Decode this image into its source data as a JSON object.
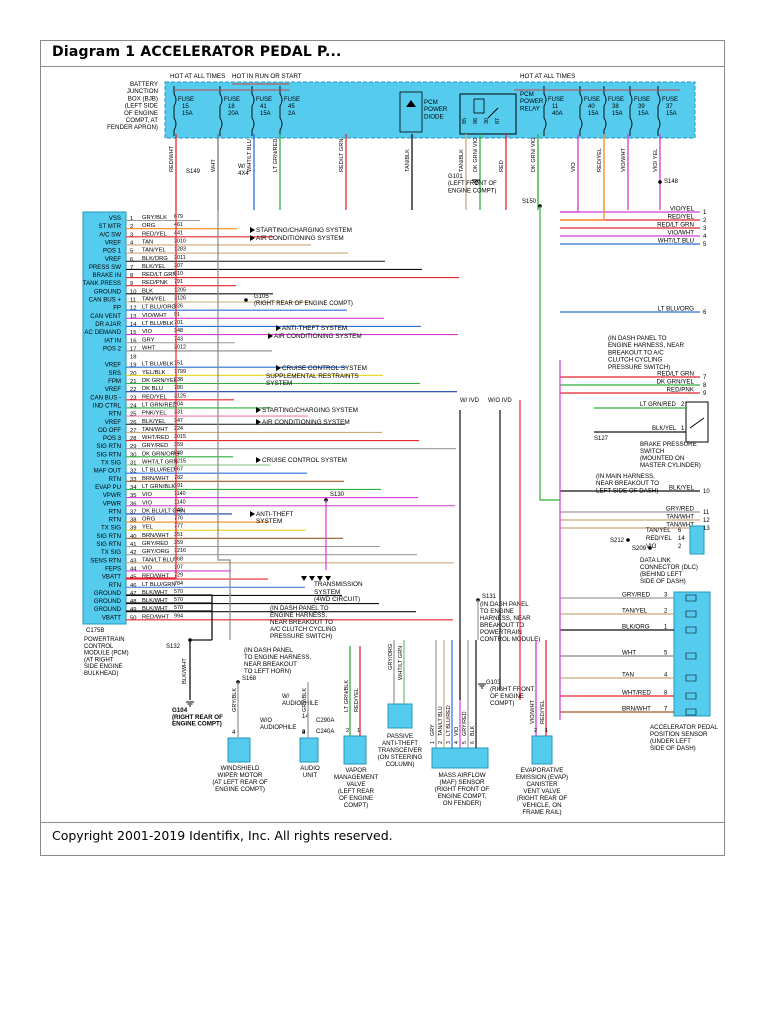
{
  "title": "Diagram 1 ACCELERATOR PEDAL P...",
  "copyright": "Copyright 2001-2019 Identifix, Inc. All rights reserved.",
  "colors": {
    "cyan_box": "#55ccee",
    "cyan_border": "#2299bb",
    "wire_red": "#e8232a",
    "wire_orange": "#f08a1c",
    "wire_yellow": "#e6d21a",
    "wire_green": "#2fae3b",
    "wire_blue": "#2a6fd6",
    "wire_violet": "#d23cd2",
    "wire_gray": "#9a9a9a",
    "wire_black": "#111111",
    "wire_brown": "#9b5a24",
    "wire_tan": "#c9a978",
    "wire_pink": "#f07ab0"
  },
  "bjb": {
    "label_lines": [
      "BATTERY",
      "JUNCTION",
      "BOX (BJB)",
      "(LEFT SIDE",
      "OF ENGINE",
      "COMPT, AT",
      "FENDER APRON)"
    ],
    "hot_left": "HOT AT ALL TIMES",
    "hot_run": "HOT IN RUN OR START",
    "hot_right": "HOT AT ALL TIMES",
    "fuses": [
      {
        "name": "FUSE",
        "num": "15",
        "amp": "15A"
      },
      {
        "name": "FUSE",
        "num": "18",
        "amp": "20A"
      },
      {
        "name": "FUSE",
        "num": "41",
        "amp": "15A"
      },
      {
        "name": "FUSE",
        "num": "45",
        "amp": "2A"
      },
      {
        "name": "FUSE",
        "num": "11",
        "amp": "40A"
      },
      {
        "name": "FUSE",
        "num": "40",
        "amp": "15A"
      },
      {
        "name": "FUSE",
        "num": "38",
        "amp": "15A"
      },
      {
        "name": "FUSE",
        "num": "39",
        "amp": "15A"
      },
      {
        "name": "FUSE",
        "num": "37",
        "amp": "15A"
      }
    ],
    "diode_label": [
      "PCM",
      "POWER",
      "DIODE"
    ],
    "relay_label": [
      "PCM",
      "POWER",
      "RELAY"
    ],
    "relay_pins": [
      "85",
      "86",
      "30",
      "87"
    ]
  },
  "top_wires": [
    "RED/WHT",
    "WHT",
    "WHT/LT BLU",
    "LT GRN/RED",
    "RED/LT GRN",
    "TAN/BLK",
    "TAN/BLK",
    "DK GRN/ VIO",
    "RED",
    "DK GRN/ VIO",
    "VIO",
    "RED/YEL",
    "VIO/WHT",
    "VIO/ YEL"
  ],
  "splices": {
    "s149": "S149",
    "s148": "S148",
    "s150": "S150",
    "s130": "S130",
    "s131": "S131",
    "s132": "S132",
    "s168": "S168",
    "s127": "S127",
    "s212": "S212",
    "s209": "S209"
  },
  "w4x4": [
    "W/",
    "4X4"
  ],
  "ground_g101": [
    "G101",
    "(LEFT FRONT OF",
    "ENGINE COMPT)"
  ],
  "ground_g105": "G105",
  "ground_g105_note": "(RIGHT REAR OF ENGINE COMPT)",
  "ground_g104": [
    "G104",
    "(RIGHT REAR OF",
    "ENGINE COMPT)"
  ],
  "ground_g103": [
    "G103",
    "(RIGHT FRONT",
    "OF ENGINE",
    "COMPT)"
  ],
  "pcm_pins": [
    {
      "sig": "VSS",
      "num": "1",
      "wire": "GRY/BLK",
      "circ": "679"
    },
    {
      "sig": "ST MTR",
      "num": "2",
      "wire": "ORG",
      "circ": "461"
    },
    {
      "sig": "A/C SW",
      "num": "3",
      "wire": "RED/YEL",
      "circ": "441"
    },
    {
      "sig": "VREF",
      "num": "4",
      "wire": "TAN",
      "circ": "3010"
    },
    {
      "sig": "POS 1",
      "num": "5",
      "wire": "TAN/YEL",
      "circ": "1283"
    },
    {
      "sig": "VREF",
      "num": "6",
      "wire": "BLK/ORG",
      "circ": "3011"
    },
    {
      "sig": "PRESS SW",
      "num": "7",
      "wire": "BLK/YEL",
      "circ": "307"
    },
    {
      "sig": "BRAKE IN",
      "num": "8",
      "wire": "RED/LT GRN",
      "circ": "810"
    },
    {
      "sig": "TANK PRESS",
      "num": "9",
      "wire": "RED/PNK",
      "circ": "791"
    },
    {
      "sig": "GROUND",
      "num": "10",
      "wire": "BLK",
      "circ": "1205"
    },
    {
      "sig": "CAN BUS +",
      "num": "11",
      "wire": "TAN/YEL",
      "circ": "3126"
    },
    {
      "sig": "FP",
      "num": "12",
      "wire": "LT BLU/ORG",
      "circ": "926"
    },
    {
      "sig": "CAN VENT",
      "num": "13",
      "wire": "VIO/WHT",
      "circ": "91"
    },
    {
      "sig": "DR AJAR",
      "num": "14",
      "wire": "LT BLU/BLK",
      "circ": "701"
    },
    {
      "sig": "AC DEMAND",
      "num": "15",
      "wire": "VIO",
      "circ": "348"
    },
    {
      "sig": "IAT IN",
      "num": "16",
      "wire": "GRY",
      "circ": "743"
    },
    {
      "sig": "POS 2",
      "num": "17",
      "wire": "WHT",
      "circ": "3012"
    },
    {
      "sig": "",
      "num": "18",
      "wire": "",
      "circ": ""
    },
    {
      "sig": "VREF",
      "num": "19",
      "wire": "LT BLU/BLK",
      "circ": "151"
    },
    {
      "sig": "SRS",
      "num": "20",
      "wire": "YEL/BLK",
      "circ": "1799"
    },
    {
      "sig": "FPM",
      "num": "21",
      "wire": "DK GRN/YEL",
      "circ": "238"
    },
    {
      "sig": "VREF",
      "num": "22",
      "wire": "DK BLU",
      "circ": "780"
    },
    {
      "sig": "CAN BUS -",
      "num": "23",
      "wire": "RED/YEL",
      "circ": "3125"
    },
    {
      "sig": "IND CTRL",
      "num": "24",
      "wire": "LT GRN/RED",
      "circ": "904"
    },
    {
      "sig": "RTN",
      "num": "25",
      "wire": "PNK/YEL",
      "circ": "331"
    },
    {
      "sig": "VREF",
      "num": "26",
      "wire": "BLK/YEL",
      "circ": "347"
    },
    {
      "sig": "OD OFF",
      "num": "27",
      "wire": "TAN/WHT",
      "circ": "224"
    },
    {
      "sig": "POS 3",
      "num": "28",
      "wire": "WHT/RED",
      "circ": "3015"
    },
    {
      "sig": "SIG RTN",
      "num": "29",
      "wire": "GRY/RED",
      "circ": "359"
    },
    {
      "sig": "SIG RTN",
      "num": "30",
      "wire": "DK GRN/ORG",
      "circ": "848"
    },
    {
      "sig": "TX SIG",
      "num": "31",
      "wire": "WHT/LT GRN",
      "circ": "1215"
    },
    {
      "sig": "MAF OUT",
      "num": "32",
      "wire": "LT BLU/RED",
      "circ": "967"
    },
    {
      "sig": "RTN",
      "num": "33",
      "wire": "BRN/WHT",
      "circ": "782"
    },
    {
      "sig": "EVAP PU",
      "num": "34",
      "wire": "LT GRN/BLK",
      "circ": "191"
    },
    {
      "sig": "VPWR",
      "num": "35",
      "wire": "VIO",
      "circ": "1140"
    },
    {
      "sig": "VPWR",
      "num": "36",
      "wire": "VIO",
      "circ": "1140"
    },
    {
      "sig": "RTN",
      "num": "37",
      "wire": "DK BLU/LT GRN",
      "circ": "343"
    },
    {
      "sig": "RTN",
      "num": "38",
      "wire": "ORG",
      "circ": "776"
    },
    {
      "sig": "TX SIG",
      "num": "39",
      "wire": "YEL",
      "circ": "777"
    },
    {
      "sig": "SIG RTN",
      "num": "40",
      "wire": "BRN/WHT",
      "circ": "351"
    },
    {
      "sig": "SIG RTN",
      "num": "41",
      "wire": "GRY/RED",
      "circ": "359"
    },
    {
      "sig": "TX SIG",
      "num": "42",
      "wire": "GRY/ORG",
      "circ": "1216"
    },
    {
      "sig": "SENS RTN",
      "num": "43",
      "wire": "TAN/LT BLU",
      "circ": "968"
    },
    {
      "sig": "FEPS",
      "num": "44",
      "wire": "VIO",
      "circ": "107"
    },
    {
      "sig": "VBATT",
      "num": "45",
      "wire": "RED/WHT",
      "circ": "729"
    },
    {
      "sig": "RTN",
      "num": "46",
      "wire": "LT BLU/GRN",
      "circ": "784"
    },
    {
      "sig": "GROUND",
      "num": "47",
      "wire": "BLK/WHT",
      "circ": "570"
    },
    {
      "sig": "GROUND",
      "num": "48",
      "wire": "BLK/WHT",
      "circ": "570"
    },
    {
      "sig": "GROUND",
      "num": "49",
      "wire": "BLK/WHT",
      "circ": "570"
    },
    {
      "sig": "VBATT",
      "num": "50",
      "wire": "RED/WHT",
      "circ": "994"
    }
  ],
  "pcm_connector": "C175B",
  "pcm_label": [
    "POWERTRAIN",
    "CONTROL",
    "MODULE (PCM)",
    "(AT RIGHT",
    "SIDE ENGINE",
    "BULKHEAD)"
  ],
  "system_refs": [
    "STARTING/CHARGING SYSTEM",
    "AIR CONDITIONING SYSTEM",
    "ANTI-THEFT SYSTEM",
    "AIR CONDITIONING SYSTEM",
    "CRUISE CONTROL SYSTEM",
    "SUPPLEMENTAL RESTRAINTS",
    "SYSTEM",
    "STARTING/CHARGING SYSTEM",
    "AIR CONDITIONING SYSTEM",
    "CRUISE CONTROL SYSTEM",
    "ANTI-THEFT",
    "SYSTEM",
    "TRANSMISSION",
    "SYSTEM",
    "(4WD CIRCUIT)"
  ],
  "right_wires": [
    {
      "label": "VIO/YEL",
      "num": "1"
    },
    {
      "label": "RED/YEL",
      "num": "2"
    },
    {
      "label": "RED/LT GRN",
      "num": "3"
    },
    {
      "label": "VIO/WHT",
      "num": "4"
    },
    {
      "label": "WHT/LT BLU",
      "num": "5"
    },
    {
      "label": "LT BLU/ORG",
      "num": "6"
    },
    {
      "label": "RED/LT GRN",
      "num": "7"
    },
    {
      "label": "DK GRN/YEL",
      "num": "8"
    },
    {
      "label": "RED/PNK",
      "num": "9"
    },
    {
      "label": "BLK/YEL",
      "num": "10"
    },
    {
      "label": "GRY/RED",
      "num": "11"
    },
    {
      "label": "TAN/WHT",
      "num": "12"
    },
    {
      "label": "TAN/WHT",
      "num": "13"
    }
  ],
  "note_ac_cycling": [
    "(IN DASH PANEL TO",
    "ENGINE HARNESS, NEAR",
    "BREAKOUT TO A/C",
    "CLUTCH CYCLING",
    "PRESSURE SWITCH)"
  ],
  "note_ivd": [
    "W/ IVD",
    "W/O IVD"
  ],
  "brake_switch": {
    "pins": [
      {
        "wire": "LT GRN/RED",
        "num": "2"
      },
      {
        "wire": "BLK/YEL",
        "num": "1"
      }
    ],
    "label": [
      "BRAKE PRESSURE",
      "SWITCH",
      "(MOUNTED ON",
      "MASTER CYLINDER)"
    ]
  },
  "note_main_harness": [
    "(IN MAIN HARNESS,",
    "NEAR BREAKOUT TO",
    "LEFT SIDE OF DASH)"
  ],
  "dlc": {
    "pins": [
      {
        "wire": "TAN/YEL",
        "num": "6"
      },
      {
        "wire": "RED/YEL",
        "num": "14"
      },
      {
        "wire": "VIO",
        "num": "2"
      }
    ],
    "label": [
      "DATA LINK",
      "CONNECTOR (DLC)",
      "(BEHIND LEFT",
      "SIDE OF DASH)"
    ]
  },
  "app_sensor": {
    "pins": [
      {
        "wire": "GRY/RED",
        "num": "3"
      },
      {
        "wire": "TAN/YEL",
        "num": "2"
      },
      {
        "wire": "BLK/ORG",
        "num": "1"
      },
      {
        "wire": "WHT",
        "num": "5"
      },
      {
        "wire": "TAN",
        "num": "4"
      },
      {
        "wire": "WHT/RED",
        "num": "8"
      },
      {
        "wire": "BRN/WHT",
        "num": "7"
      }
    ],
    "label": [
      "ACCELERATOR PEDAL",
      "POSITION SENSOR",
      "(UNDER LEFT",
      "SIDE OF DASH)"
    ]
  },
  "note_ac_cycling2": [
    "(IN DASH PANEL TO",
    "ENGINE HARNESS,",
    "NEAR BREAKOUT TO",
    "A/C CLUTCH CYCLING",
    "PRESSURE SWITCH)"
  ],
  "note_pcm_breakout": [
    "(IN DASH PANEL",
    "TO ENGINE",
    "HARNESS, NEAR",
    "BREAKOUT TO",
    "POWERTRAIN",
    "CONTROL MODULE)"
  ],
  "note_left_horn": [
    "(IN DASH PANEL",
    "TO ENGINE HARNESS,",
    "NEAR BREAKOUT",
    "TO LEFT HORN)"
  ],
  "audiophile": {
    "w": [
      "W/",
      "AUDIOPHILE"
    ],
    "wo": [
      "W/O",
      "AUDIOPHILE"
    ],
    "pins": [
      "14",
      "9"
    ],
    "connectors": [
      "C290A",
      "C240A"
    ]
  },
  "bottom_wires": {
    "wiper": [
      "GRY/BLK"
    ],
    "audio": [
      "GRY/BLK"
    ],
    "pats": [
      "GRY/ORG",
      "WHT/LT GRN"
    ],
    "vmv": [
      "LT GRN/BLK",
      "RED/YEL"
    ],
    "maf": [
      "GRY",
      "TAN/LT BLU",
      "LT BLU/RED",
      "VIO",
      "GRY/RED",
      "BLK"
    ],
    "evap": [
      "VIO/WHT",
      "RED/YEL"
    ]
  },
  "bottom_pins": {
    "wiper": "4",
    "audio": "4",
    "vmv": [
      "2",
      "1"
    ],
    "maf": [
      "1",
      "2",
      "3",
      "4",
      "5",
      "6"
    ],
    "evap": [
      "2",
      "1"
    ]
  },
  "components": {
    "wiper": [
      "WINDSHIELD",
      "WIPER MOTOR",
      "(AT LEFT REAR OF",
      "ENGINE COMPT)"
    ],
    "audio": [
      "AUDIO",
      "UNIT"
    ],
    "vmv": [
      "VAPOR",
      "MANAGEMENT",
      "VALVE",
      "(LEFT REAR",
      "OF ENGINE",
      "COMPT)"
    ],
    "pats": [
      "PASSIVE",
      "ANTI-THEFT",
      "TRANSCEIVER",
      "(ON STEERING",
      "COLUMN)"
    ],
    "maf": [
      "MASS AIRFLOW",
      "(MAF) SENSOR",
      "(RIGHT FRONT OF",
      "ENGINE COMPT,",
      "ON FENDER)"
    ],
    "evap": [
      "EVAPORATIVE",
      "EMISSION (EVAP)",
      "CANISTER",
      "VENT VALVE",
      "(RIGHT REAR OF",
      "VEHICLE, ON",
      "FRAME RAIL)"
    ]
  },
  "g104_wire": "BLK/WHT"
}
